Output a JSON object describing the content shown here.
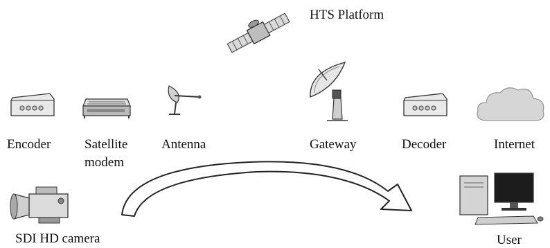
{
  "labels": {
    "hts_platform": "HTS Platform",
    "encoder": "Encoder",
    "satellite_modem_line1": "Satellite",
    "satellite_modem_line2": "modem",
    "antenna": "Antenna",
    "gateway": "Gateway",
    "decoder": "Decoder",
    "internet": "Internet",
    "camera": "SDI HD camera",
    "user": "User"
  },
  "icons": {
    "satellite": "satellite-icon",
    "encoder": "encoder-box-icon",
    "modem": "satellite-modem-icon",
    "antenna": "dish-antenna-icon",
    "gateway": "gateway-dish-icon",
    "decoder": "decoder-box-icon",
    "internet": "cloud-icon",
    "camera": "video-camera-icon",
    "user": "desktop-computer-icon",
    "flow": "curved-arrow-icon"
  }
}
